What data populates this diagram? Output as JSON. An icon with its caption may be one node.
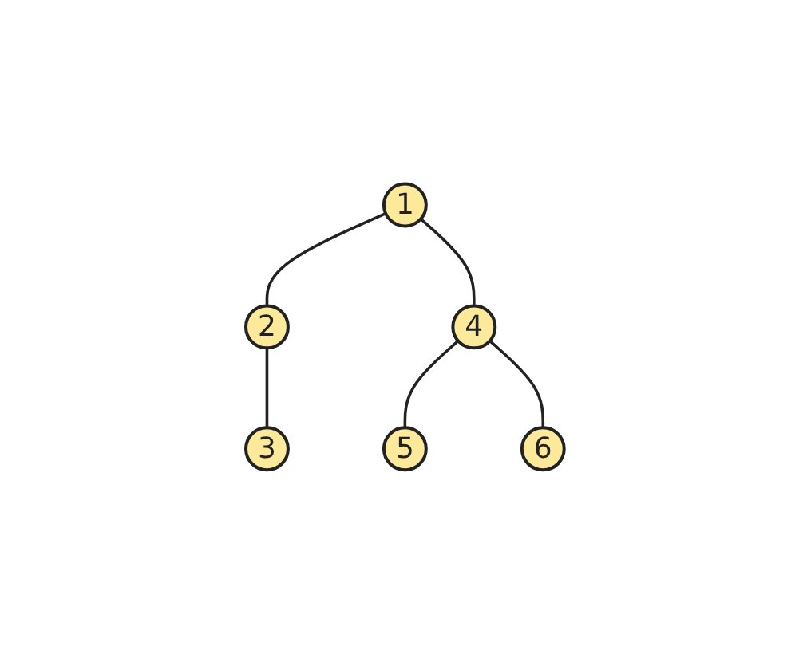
{
  "diagram": {
    "nodes": [
      {
        "text": [
          "1"
        ]
      },
      {
        "text": [
          "2"
        ]
      },
      {
        "text": [
          "4"
        ]
      },
      {
        "text": [
          "3"
        ]
      },
      {
        "text": [
          "5"
        ]
      },
      {
        "text": [
          "6"
        ]
      }
    ],
    "edges": [
      {
        "from": 0,
        "to": 1,
        "arrow": "none"
      },
      {
        "from": 0,
        "to": 2,
        "arrow": "none"
      },
      {
        "from": 1,
        "to": 3,
        "arrow": "none"
      },
      {
        "from": 2,
        "to": 4,
        "arrow": "none"
      },
      {
        "from": 2,
        "to": 5,
        "arrow": "none"
      }
    ]
  }
}
